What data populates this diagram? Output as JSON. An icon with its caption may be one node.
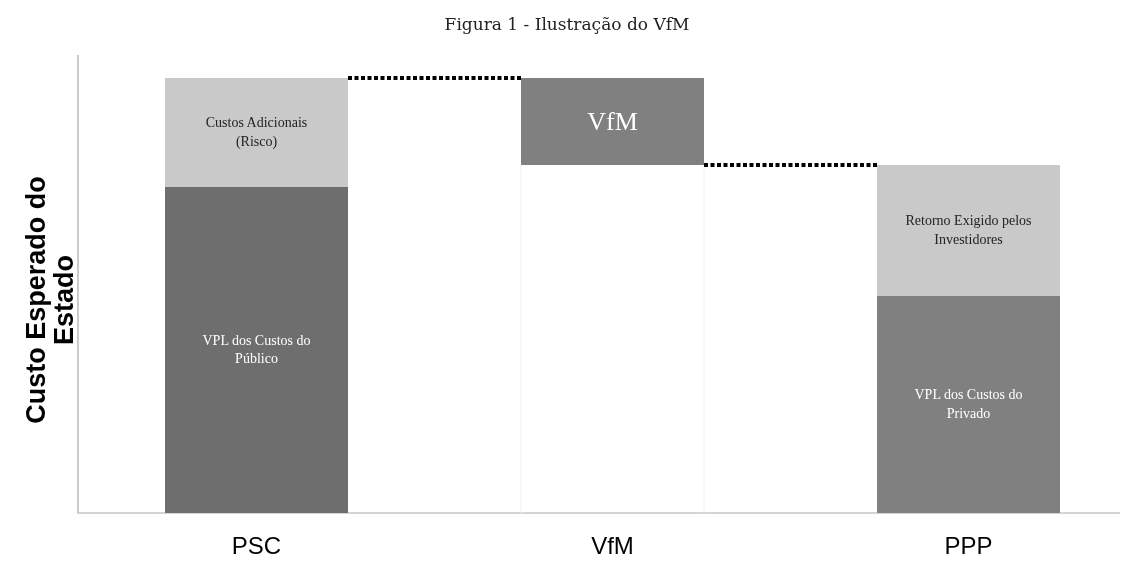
{
  "diagram": {
    "title": "Figura 1 - Ilustração do VfM",
    "nodes": [
      {
        "text": [
          "Custos Adicionais (Risco)"
        ]
      },
      {
        "text": [
          "VPL dos Custos do Público"
        ]
      },
      {
        "text": [
          "VfM"
        ]
      },
      {
        "text": [
          "Retorno Exigido pelos Investidores"
        ]
      },
      {
        "text": [
          "VPL dos Custos do Privado"
        ]
      }
    ],
    "edges": [
      {
        "from": 0,
        "to": 2,
        "arrow": "none",
        "style": "dashed"
      },
      {
        "from": 2,
        "to": 3,
        "arrow": "none",
        "style": "dashed"
      }
    ],
    "labels": [
      "Custo Esperado do Estado",
      "PSC",
      "VfM",
      "PPP"
    ]
  }
}
